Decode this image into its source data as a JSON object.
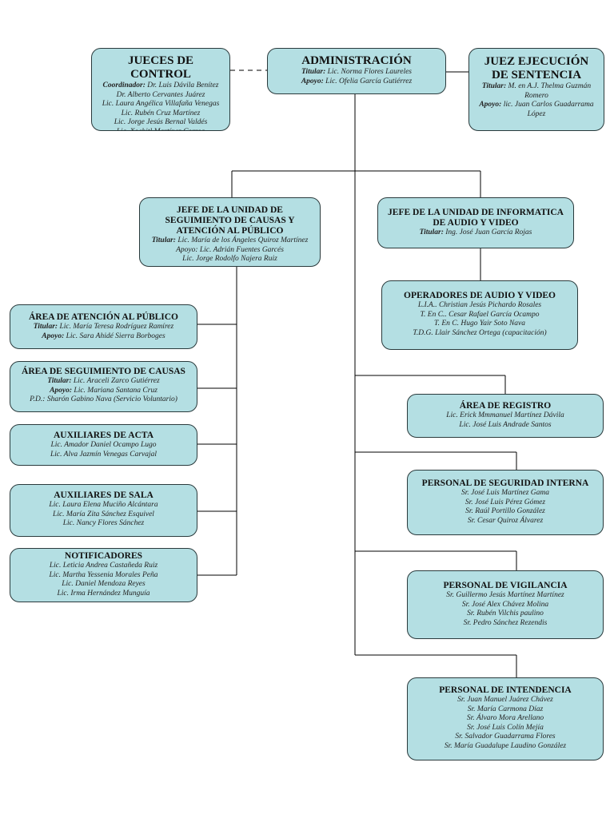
{
  "admin": {
    "title": "ADMINISTRACIÓN",
    "lines": [
      {
        "role": "Titular:",
        "name": " Lic. Norma Flores Laureles"
      },
      {
        "role": "Apoyo:",
        "name": " Lic. Ofelia García Gutiérrez"
      }
    ]
  },
  "jueces": {
    "title": "JUECES DE CONTROL",
    "lines": [
      {
        "role": "Coordinador:",
        "name": " Dr. Luis Dávila Benítez"
      },
      {
        "role": "",
        "name": "Dr. Alberto Cervantes Juárez"
      },
      {
        "role": "",
        "name": "Lic. Laura Angélica Villafaña Venegas"
      },
      {
        "role": "",
        "name": "Lic. Rubén Cruz Martínez"
      },
      {
        "role": "",
        "name": "Lic. Jorge Jesús Bernal Valdés"
      },
      {
        "role": "",
        "name": "Lic. Xochitl Martínez Correa"
      }
    ]
  },
  "juez_ejecucion": {
    "title": "JUEZ EJECUCIÓN DE SENTENCIA",
    "lines": [
      {
        "role": "Titular:",
        "name": " M. en A.J. Thelma Guzmán Romero"
      },
      {
        "role": "Apoyo:",
        "name": " lic. Juan Carlos Guadarrama López"
      }
    ]
  },
  "jefe_seguimiento": {
    "title": "JEFE DE LA UNIDAD DE SEGUIMIENTO DE CAUSAS Y ATENCIÓN AL PÚBLICO",
    "lines": [
      {
        "role": "Titular:",
        "name": " Lic. María de los Ángeles Quiroz Martínez"
      },
      {
        "role": "",
        "name": "Apoyo: Lic. Adrián Fuentes Garcés"
      },
      {
        "role": "",
        "name": "Lic. Jorge Rodolfo Najera Ruiz"
      }
    ]
  },
  "jefe_informatica": {
    "title": "JEFE DE LA UNIDAD DE INFORMATICA DE AUDIO Y VIDEO",
    "lines": [
      {
        "role": "Titular:",
        "name": " Ing. José Juan García Rojas"
      }
    ]
  },
  "operadores": {
    "title": "OPERADORES DE AUDIO Y VIDEO",
    "lines": [
      {
        "role": "",
        "name": "L.I.A.. Christian Jesús Pichardo Rosales"
      },
      {
        "role": "",
        "name": "T. En C.. Cesar Rafael García Ocampo"
      },
      {
        "role": "",
        "name": "T. En C. Hugo Yair Soto Nava"
      },
      {
        "role": "",
        "name": "T.D.G. Llair Sánchez Ortega  (capacitación)"
      }
    ]
  },
  "atencion": {
    "title": "ÁREA DE ATENCIÓN AL PÚBLICO",
    "lines": [
      {
        "role": "Titular:",
        "name": " Lic. María Teresa Rodríguez Ramírez"
      },
      {
        "role": "Apoyo:",
        "name": " Lic. Sara Ahidé Sierra Borboges"
      }
    ]
  },
  "seguimiento": {
    "title": "ÁREA DE SEGUIMIENTO DE CAUSAS",
    "lines": [
      {
        "role": "Titular:",
        "name": " Lic. Araceli Zarco Gutiérrez"
      },
      {
        "role": "Apoyo:",
        "name": " Lic. Mariana Santana Cruz"
      },
      {
        "role": "",
        "name": "P.D.: Sharón Gabino Nava (Servicio Voluntario)"
      }
    ]
  },
  "acta": {
    "title": "AUXILIARES DE ACTA",
    "lines": [
      {
        "role": "",
        "name": "Lic. Amador Daniel Ocampo Lugo"
      },
      {
        "role": "",
        "name": "Lic. Alva Jazmín Venegas Carvajal"
      }
    ]
  },
  "sala": {
    "title": "AUXILIARES DE SALA",
    "lines": [
      {
        "role": "",
        "name": "Lic. Laura Elena Muciño Alcántara"
      },
      {
        "role": "",
        "name": "Lic. María Zita Sánchez Esquivel"
      },
      {
        "role": "",
        "name": "Lic. Nancy Flores Sánchez"
      }
    ]
  },
  "notificadores": {
    "title": "NOTIFICADORES",
    "lines": [
      {
        "role": "",
        "name": "Lic. Leticia Andrea Castañeda Ruiz"
      },
      {
        "role": "",
        "name": "Lic. Martha Yessenia Morales Peña"
      },
      {
        "role": "",
        "name": "Lic. Daniel Mendoza Reyes"
      },
      {
        "role": "",
        "name": "Lic. Irma Hernández Munguía"
      }
    ]
  },
  "registro": {
    "title": "ÁREA DE REGISTRO",
    "lines": [
      {
        "role": "",
        "name": "Lic. Erick Mmmanuel Martínez Dávila"
      },
      {
        "role": "",
        "name": "Lic. José Luis Andrade Santos"
      }
    ]
  },
  "seguridad": {
    "title": "PERSONAL DE SEGURIDAD INTERNA",
    "lines": [
      {
        "role": "",
        "name": "Sr. José Luis Martínez Gama"
      },
      {
        "role": "",
        "name": "Sr. José Luis Pérez Gómez"
      },
      {
        "role": "",
        "name": "Sr. Raúl Portillo González"
      },
      {
        "role": "",
        "name": "Sr. Cesar Quiroz Álvarez"
      }
    ]
  },
  "vigilancia": {
    "title": "PERSONAL DE VIGILANCIA",
    "lines": [
      {
        "role": "",
        "name": "Sr. Guillermo Jesús Martínez Martínez"
      },
      {
        "role": "",
        "name": "Sr. José Alex Chávez Molina"
      },
      {
        "role": "",
        "name": "Sr. Rubén Vilchis paulino"
      },
      {
        "role": "",
        "name": "Sr. Pedro Sánchez Rezendis"
      }
    ]
  },
  "intendencia": {
    "title": "PERSONAL DE INTENDENCIA",
    "lines": [
      {
        "role": "",
        "name": "Sr. Juan Manuel Juárez Chávez"
      },
      {
        "role": "",
        "name": "Sr. María Carmona Díaz"
      },
      {
        "role": "",
        "name": "Sr. Álvaro Mora Arellano"
      },
      {
        "role": "",
        "name": "Sr. José Luis Colín Mejía"
      },
      {
        "role": "",
        "name": "Sr. Salvador Guadarrama Flores"
      },
      {
        "role": "",
        "name": "Sr. María Guadalupe Laudino González"
      }
    ]
  }
}
